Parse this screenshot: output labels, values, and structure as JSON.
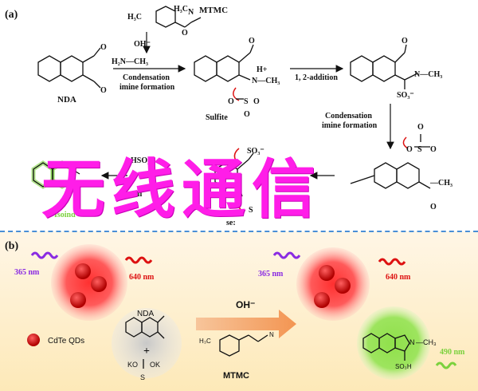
{
  "panel_a": {
    "label": "(a)",
    "compounds": {
      "nda": "NDA",
      "mtmc": "MTMC",
      "sulfite": "Sulfite",
      "isoindole": "Isoind"
    },
    "steps": {
      "condensation_1": "Condensation",
      "imine_formation_1": "imine formation",
      "addition": "1, 2-addition",
      "condensation_2": "Condensation",
      "imine_formation_2": "imine formation",
      "elimination": "Eli"
    },
    "reagents": {
      "hydroxide": "OH⁻",
      "amine": "H₂N—CH₃",
      "hso3": "HSO₃⁻"
    },
    "groups": {
      "h3c": "H₃C",
      "ch3": "—CH₃",
      "n_ch3": "N—CH₃",
      "h_plus": "H+",
      "h": "H",
      "s": "S",
      "o": "O",
      "so3": "SO₃⁻",
      "nh": "N",
      "ose": "se:"
    }
  },
  "panel_b": {
    "label": "(b)",
    "excitation_left": "365 nm",
    "emission_left": "640 nm",
    "excitation_right": "365 nm",
    "emission_right": "640 nm",
    "emission_green": "490 nm",
    "legend_qds": "CdTe QDs",
    "nda_label": "NDA",
    "plus_sign": "+",
    "bisulfite": "KO",
    "bisulfite_ok": "OK",
    "hydroxide": "OH⁻",
    "mtmc_label": "MTMC",
    "product_n": "N",
    "product_ch3": "—CH₃",
    "product_so3h": "SO₃H"
  },
  "watermark": "无线通信",
  "colors": {
    "accent_red": "#e02020",
    "accent_green": "#7bd13d",
    "accent_magenta": "#ff1de8",
    "dash_blue": "#4a8fd6",
    "arrow_orange": "#f4a46a",
    "text_purple": "#8a2be2",
    "text_red": "#d11"
  }
}
